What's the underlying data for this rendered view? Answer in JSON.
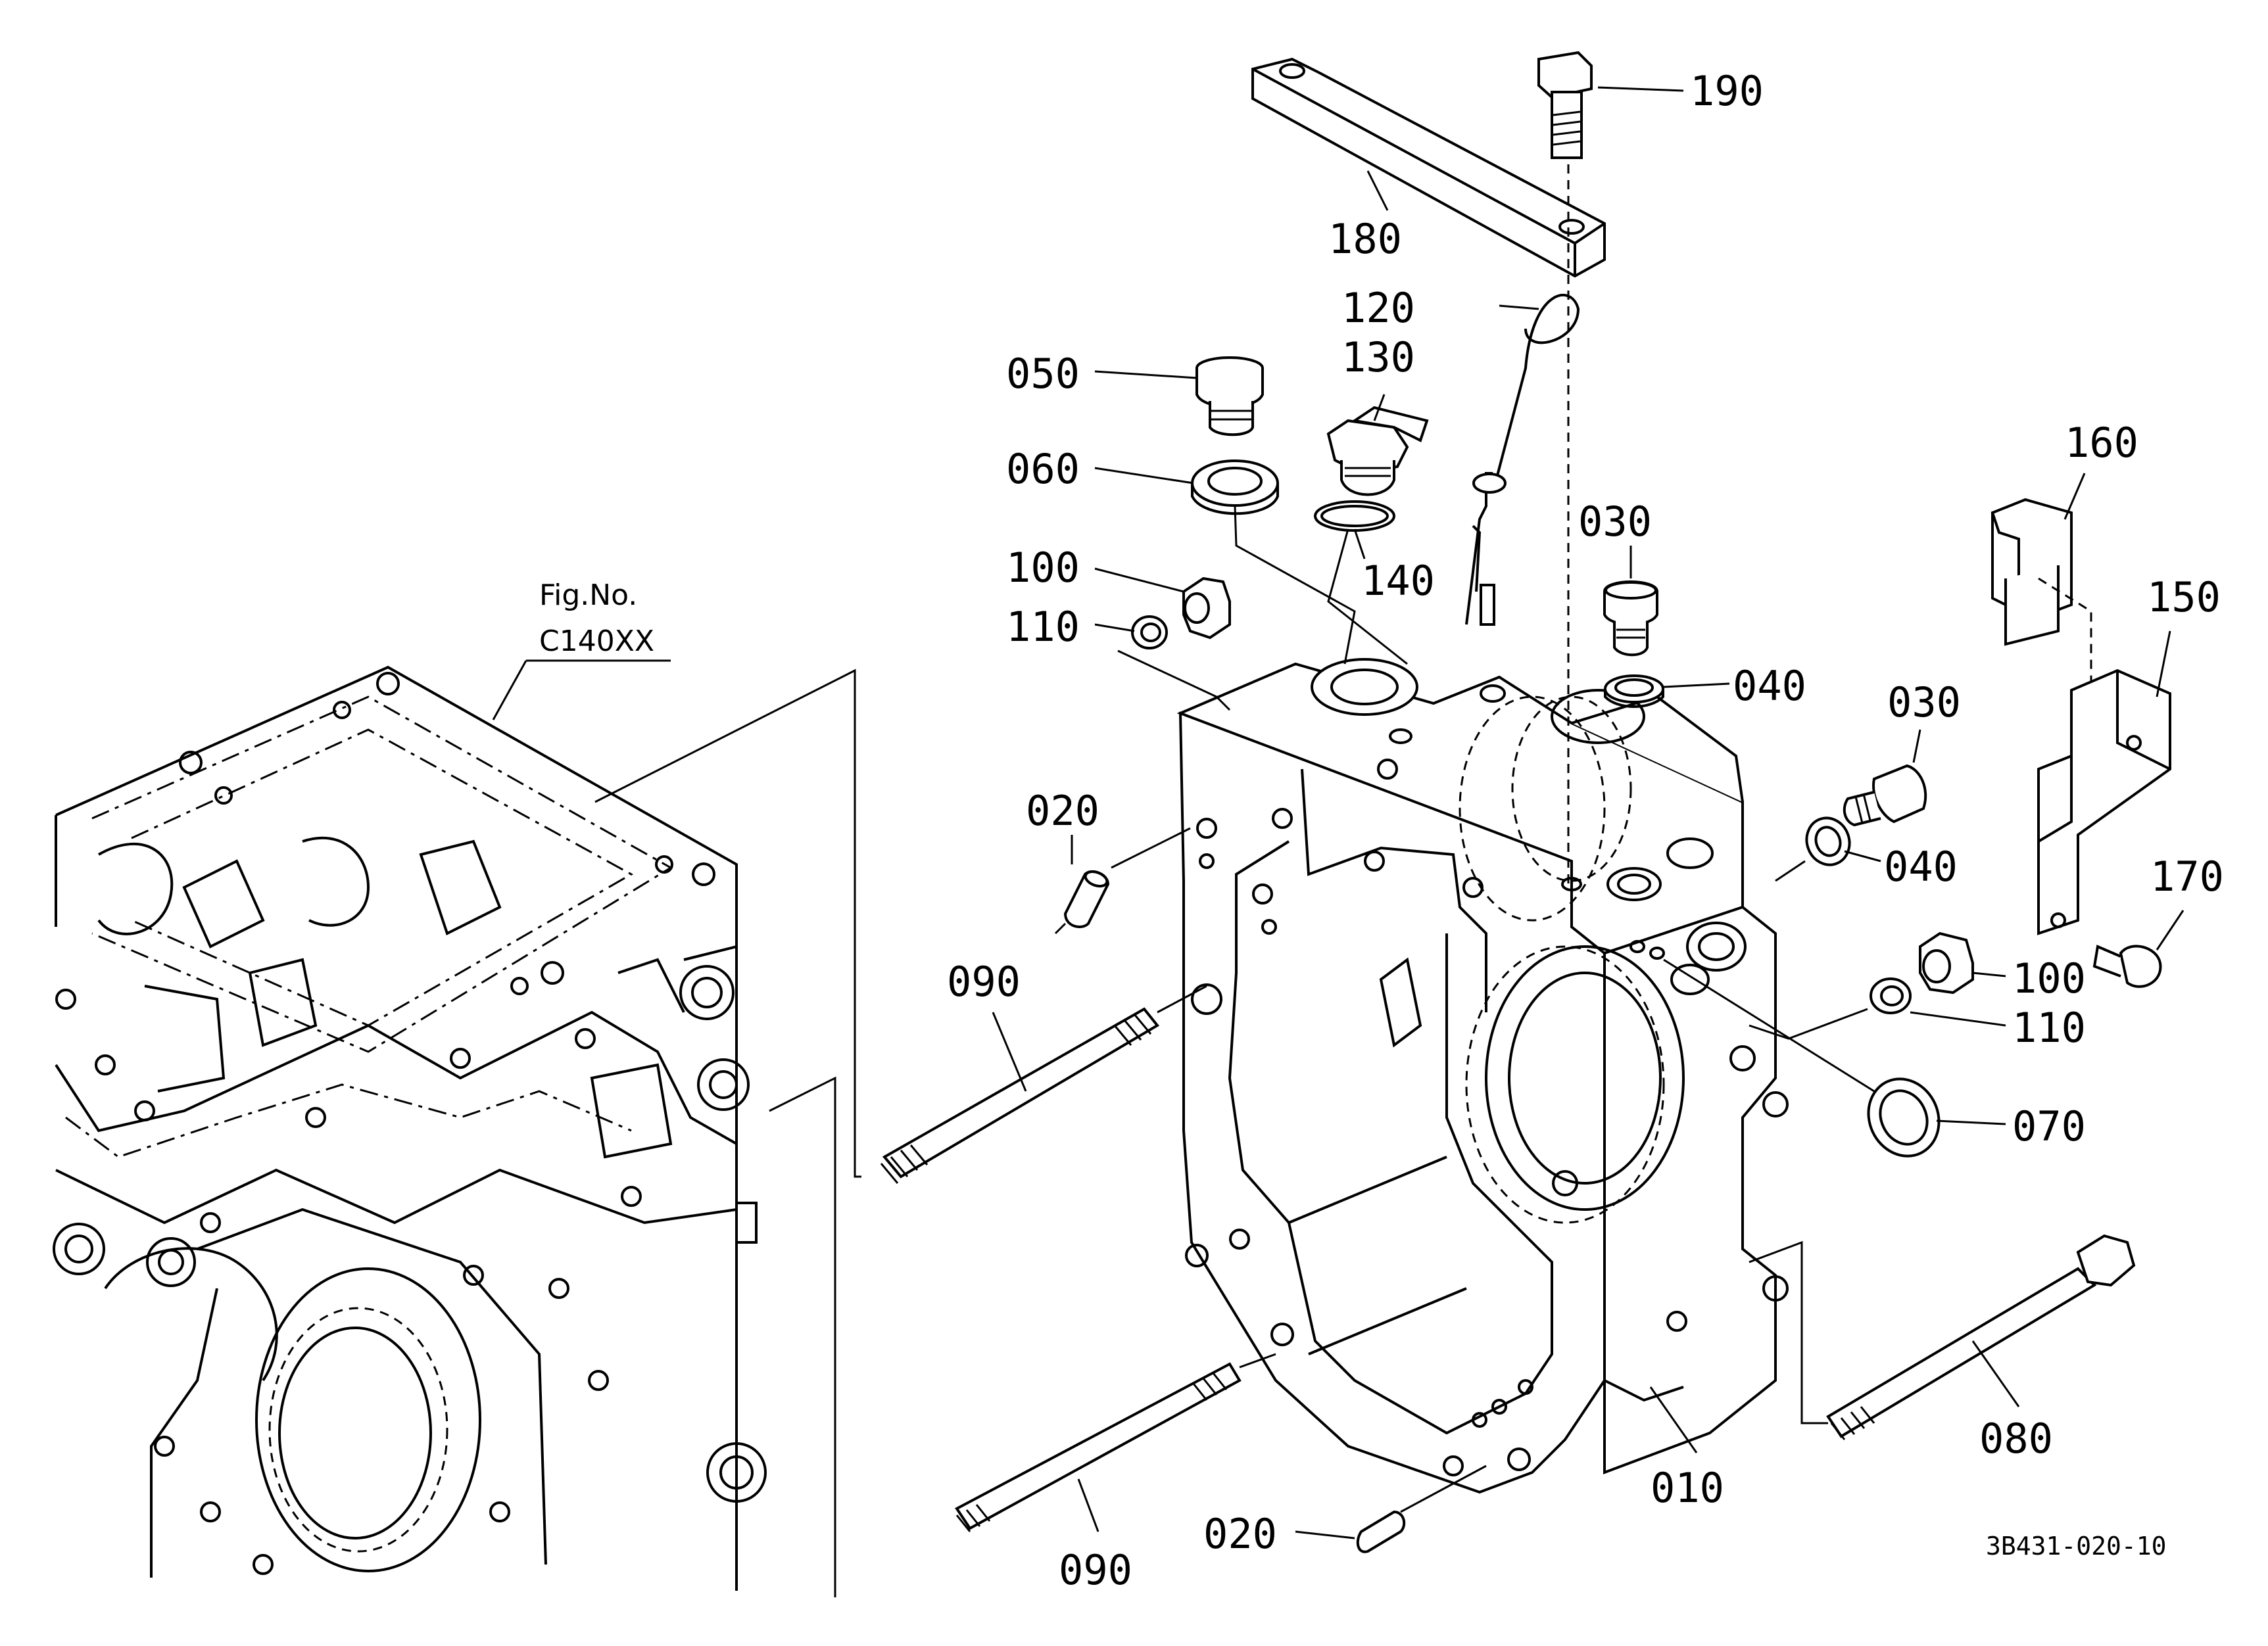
{
  "figure_ref": {
    "line1": "Fig.No.",
    "line2": "C140XX"
  },
  "drawing_code": "3B431-020-10",
  "parts": [
    {
      "id": "p190",
      "label": "190",
      "name": "flange-bolt"
    },
    {
      "id": "p180",
      "label": "180",
      "name": "lifting-bracket"
    },
    {
      "id": "p120",
      "label": "120",
      "name": "dipstick"
    },
    {
      "id": "p130",
      "label": "130",
      "name": "filler-plug"
    },
    {
      "id": "p140",
      "label": "140",
      "name": "o-ring"
    },
    {
      "id": "p050",
      "label": "050",
      "name": "plug"
    },
    {
      "id": "p060",
      "label": "060",
      "name": "seal-washer"
    },
    {
      "id": "p100a",
      "label": "100",
      "name": "nut"
    },
    {
      "id": "p110a",
      "label": "110",
      "name": "spring-washer"
    },
    {
      "id": "p030a",
      "label": "030",
      "name": "plug"
    },
    {
      "id": "p040a",
      "label": "040",
      "name": "gasket"
    },
    {
      "id": "p030b",
      "label": "030",
      "name": "plug"
    },
    {
      "id": "p040b",
      "label": "040",
      "name": "gasket"
    },
    {
      "id": "p160",
      "label": "160",
      "name": "clip"
    },
    {
      "id": "p150",
      "label": "150",
      "name": "bracket"
    },
    {
      "id": "p170",
      "label": "170",
      "name": "bolt"
    },
    {
      "id": "p100b",
      "label": "100",
      "name": "nut"
    },
    {
      "id": "p110b",
      "label": "110",
      "name": "spring-washer"
    },
    {
      "id": "p070",
      "label": "070",
      "name": "oil-seal"
    },
    {
      "id": "p020a",
      "label": "020",
      "name": "dowel-pin"
    },
    {
      "id": "p090a",
      "label": "090",
      "name": "stud"
    },
    {
      "id": "p080",
      "label": "080",
      "name": "bolt"
    },
    {
      "id": "p010",
      "label": "010",
      "name": "housing"
    },
    {
      "id": "p020b",
      "label": "020",
      "name": "dowel-pin"
    },
    {
      "id": "p090b",
      "label": "090",
      "name": "stud"
    }
  ]
}
